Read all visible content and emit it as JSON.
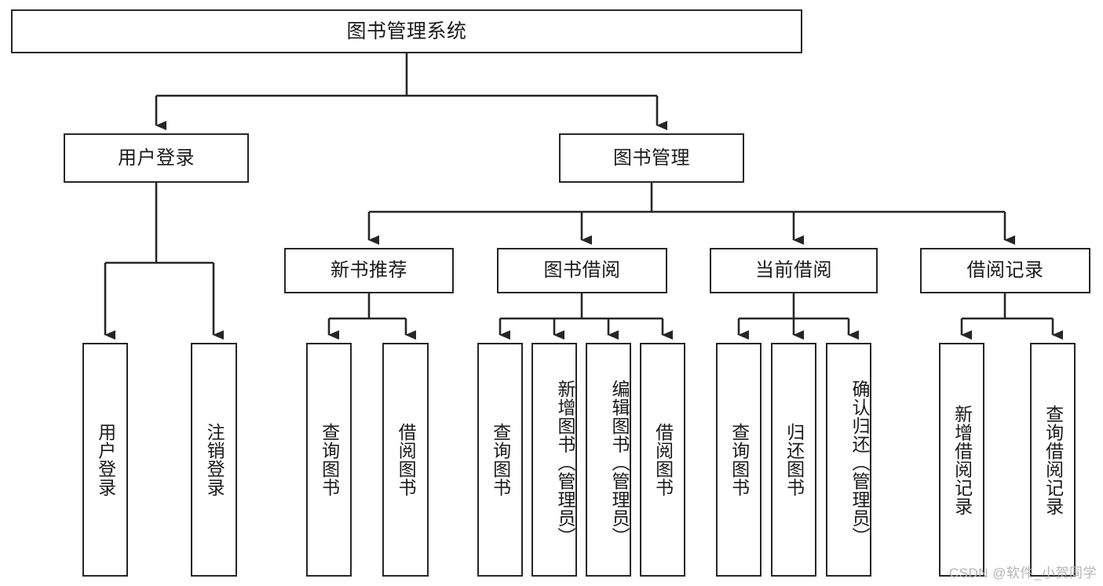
{
  "diagram": {
    "type": "tree",
    "title": "图书管理系统",
    "root": {
      "label": "图书管理系统"
    },
    "level2": [
      {
        "label": "用户登录"
      },
      {
        "label": "图书管理"
      }
    ],
    "level3": [
      {
        "label": "新书推荐"
      },
      {
        "label": "图书借阅"
      },
      {
        "label": "当前借阅"
      },
      {
        "label": "借阅记录"
      }
    ],
    "leaves": {
      "user_login": [
        {
          "label": "用户登录"
        },
        {
          "label": "注销登录"
        }
      ],
      "new_book_recommend": [
        {
          "label": "查询图书"
        },
        {
          "label": "借阅图书"
        }
      ],
      "book_borrow": [
        {
          "label": "查询图书"
        },
        {
          "label": "新增图书（管理员）"
        },
        {
          "label": "编辑图书（管理员）"
        },
        {
          "label": "借阅图书"
        }
      ],
      "current_borrow": [
        {
          "label": "查询图书"
        },
        {
          "label": "归还图书"
        },
        {
          "label": "确认归还（管理员）"
        }
      ],
      "borrow_record": [
        {
          "label": "新增借阅记录"
        },
        {
          "label": "查询借阅记录"
        }
      ]
    },
    "colors": {
      "stroke": "#262626",
      "fill": "#ffffff",
      "text": "#1a1a1a",
      "watermark": "#b4b4b4"
    }
  },
  "watermark": {
    "text": "CSDN @软件_小贺同学"
  }
}
